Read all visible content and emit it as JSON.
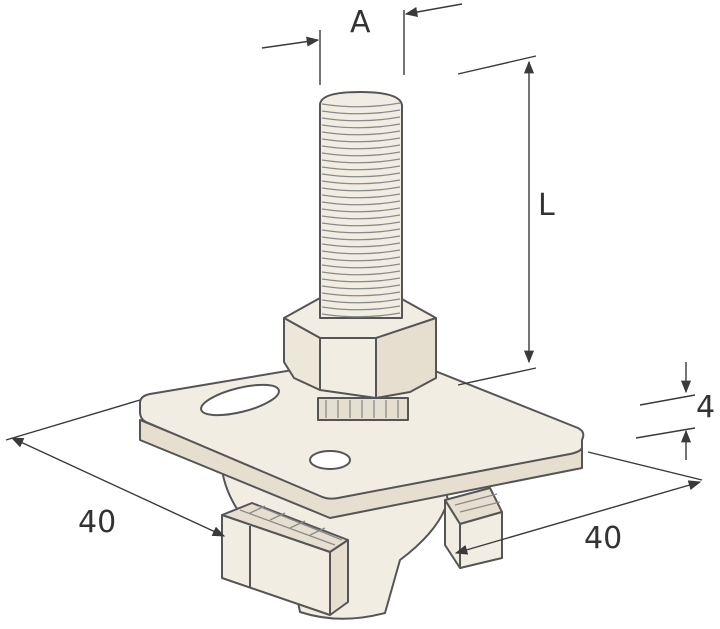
{
  "diagram": {
    "dimensions": {
      "thread_diameter": "A",
      "bolt_length": "L",
      "plate_thickness": "4",
      "plate_width": "40",
      "plate_depth": "40"
    },
    "colors": {
      "part_fill": "#f2ede3",
      "part_shade": "#e6dfd0",
      "outline": "#555555",
      "dimension_line": "#3a3a3a",
      "thread": "#8a8a8a"
    }
  }
}
